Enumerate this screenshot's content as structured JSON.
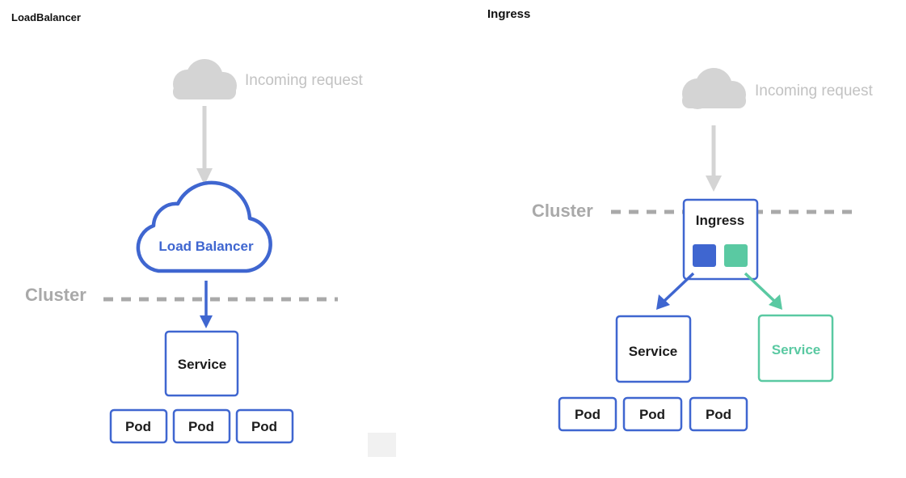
{
  "left": {
    "title": "LoadBalancer",
    "incoming_label": "Incoming request",
    "load_balancer_label": "Load Balancer",
    "cluster_label": "Cluster",
    "service_label": "Service",
    "pods": [
      "Pod",
      "Pod",
      "Pod"
    ]
  },
  "right": {
    "title": "Ingress",
    "incoming_label": "Incoming request",
    "cluster_label": "Cluster",
    "ingress_label": "Ingress",
    "service_blue_label": "Service",
    "service_green_label": "Service",
    "pods": [
      "Pod",
      "Pod",
      "Pod"
    ]
  },
  "colors": {
    "blue": "#3f66d0",
    "green": "#5ac9a2",
    "gray": "#d4d4d4",
    "dark_text": "#1c1c1c"
  }
}
